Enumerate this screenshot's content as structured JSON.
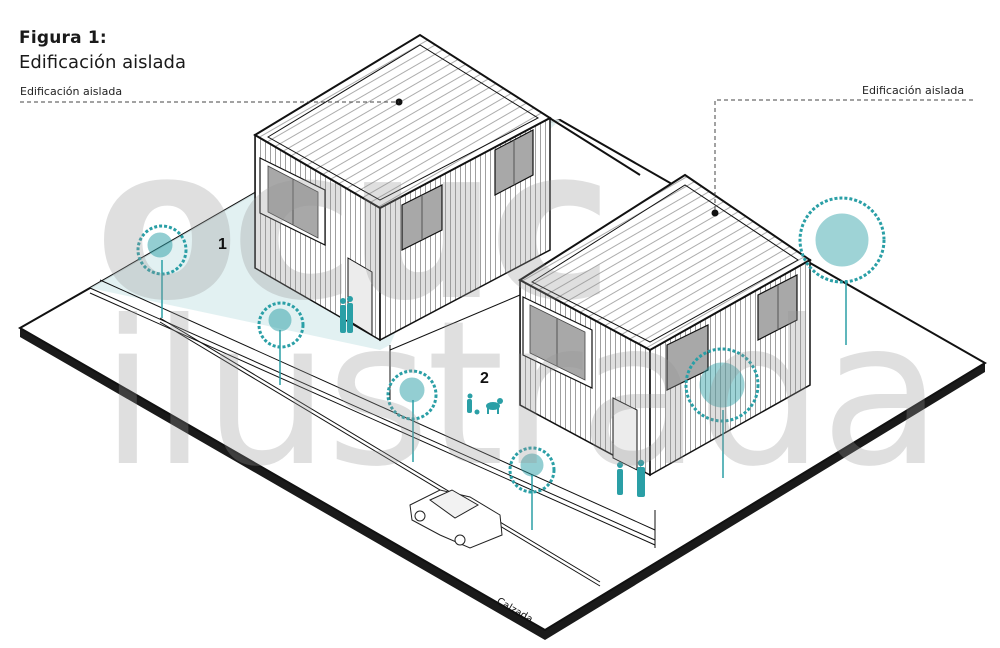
{
  "figure": {
    "number": "Figura 1:",
    "title": "Edificación aislada"
  },
  "callouts": [
    {
      "label": "Edificación aislada",
      "target": "house-1-roof"
    },
    {
      "label": "Edificación aislada",
      "target": "house-2-roof"
    }
  ],
  "lots": [
    {
      "number": "1"
    },
    {
      "number": "2"
    }
  ],
  "street_label": "Calzada",
  "watermark": {
    "line1": "ocuc",
    "line2": "ilustrada"
  },
  "colors": {
    "accent_teal": "#2a9fa6",
    "lot_fill": "#dff0f1",
    "outline": "#111111",
    "window_gray": "#9a9a9a",
    "watermark_gray": "#bdbdbd"
  }
}
